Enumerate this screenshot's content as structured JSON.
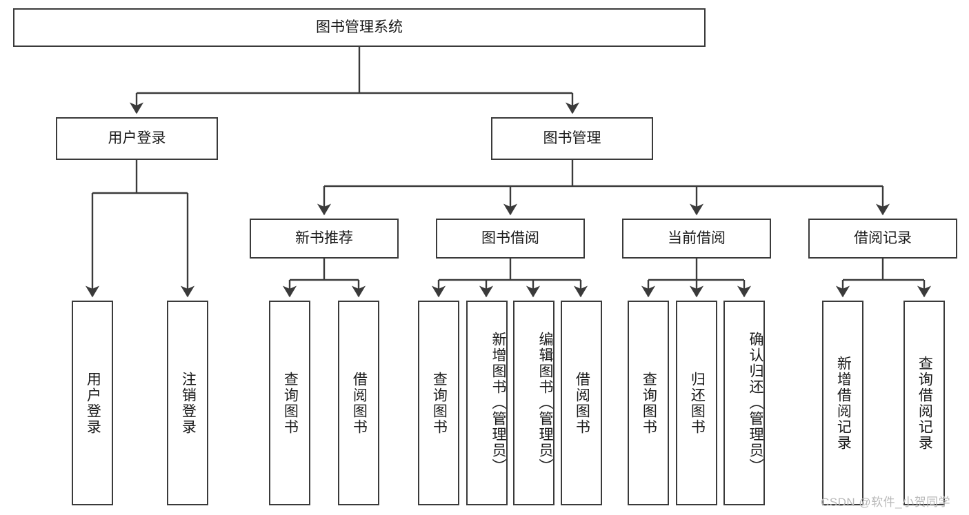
{
  "diagram": {
    "type": "tree-hierarchy",
    "title": "图书管理系统",
    "root": {
      "id": "root",
      "label": "图书管理系统"
    },
    "level2": [
      {
        "id": "user-login",
        "label": "用户登录"
      },
      {
        "id": "book-management",
        "label": "图书管理"
      }
    ],
    "level3": [
      {
        "id": "new-book-recommend",
        "label": "新书推荐",
        "parent": "book-management"
      },
      {
        "id": "book-borrow",
        "label": "图书借阅",
        "parent": "book-management"
      },
      {
        "id": "current-borrow",
        "label": "当前借阅",
        "parent": "book-management"
      },
      {
        "id": "borrow-record",
        "label": "借阅记录",
        "parent": "book-management"
      }
    ],
    "leaves": [
      {
        "id": "leaf-user-login",
        "label": "用户登录",
        "parent": "user-login"
      },
      {
        "id": "leaf-logout",
        "label": "注销登录",
        "parent": "user-login"
      },
      {
        "id": "leaf-query-book-1",
        "label": "查询图书",
        "parent": "new-book-recommend"
      },
      {
        "id": "leaf-borrow-book-1",
        "label": "借阅图书",
        "parent": "new-book-recommend"
      },
      {
        "id": "leaf-query-book-2",
        "label": "查询图书",
        "parent": "book-borrow"
      },
      {
        "id": "leaf-add-book",
        "label": "新增图书（管理员）",
        "parent": "book-borrow"
      },
      {
        "id": "leaf-edit-book",
        "label": "编辑图书（管理员）",
        "parent": "book-borrow"
      },
      {
        "id": "leaf-borrow-book-2",
        "label": "借阅图书",
        "parent": "book-borrow"
      },
      {
        "id": "leaf-query-book-3",
        "label": "查询图书",
        "parent": "current-borrow"
      },
      {
        "id": "leaf-return-book",
        "label": "归还图书",
        "parent": "current-borrow"
      },
      {
        "id": "leaf-confirm-return",
        "label": "确认归还（管理员）",
        "parent": "current-borrow"
      },
      {
        "id": "leaf-add-record",
        "label": "新增借阅记录",
        "parent": "borrow-record"
      },
      {
        "id": "leaf-query-record",
        "label": "查询借阅记录",
        "parent": "borrow-record"
      }
    ],
    "colors": {
      "border": "#3a3a3a",
      "background": "#ffffff",
      "text": "#1a1a1a",
      "watermark": "#b9b9b9"
    }
  },
  "watermark": {
    "text": "CSDN @软件_小贺同学"
  }
}
